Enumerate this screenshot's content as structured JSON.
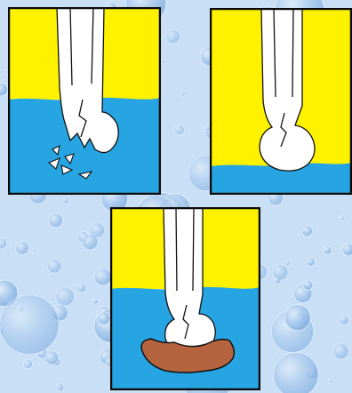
{
  "colors": {
    "background_light": "#c9dff6",
    "background_mid": "#9fc4ea",
    "bubble": "#8fb7e4",
    "air": "#fff200",
    "water": "#27a5e3",
    "bulb": "#ffffff",
    "outline": "#111111",
    "frame": "#0a0a0a",
    "deposit": "#b5643f"
  },
  "background": {
    "theme": "bubbles-texture"
  },
  "panels": [
    {
      "id": "bulb-shattered",
      "water_level": 0.49,
      "state": "shattered"
    },
    {
      "id": "bulb-above-water",
      "water_level": 0.84,
      "state": "intact"
    },
    {
      "id": "bulb-in-deposit",
      "water_level": 0.44,
      "state": "deposit"
    }
  ]
}
